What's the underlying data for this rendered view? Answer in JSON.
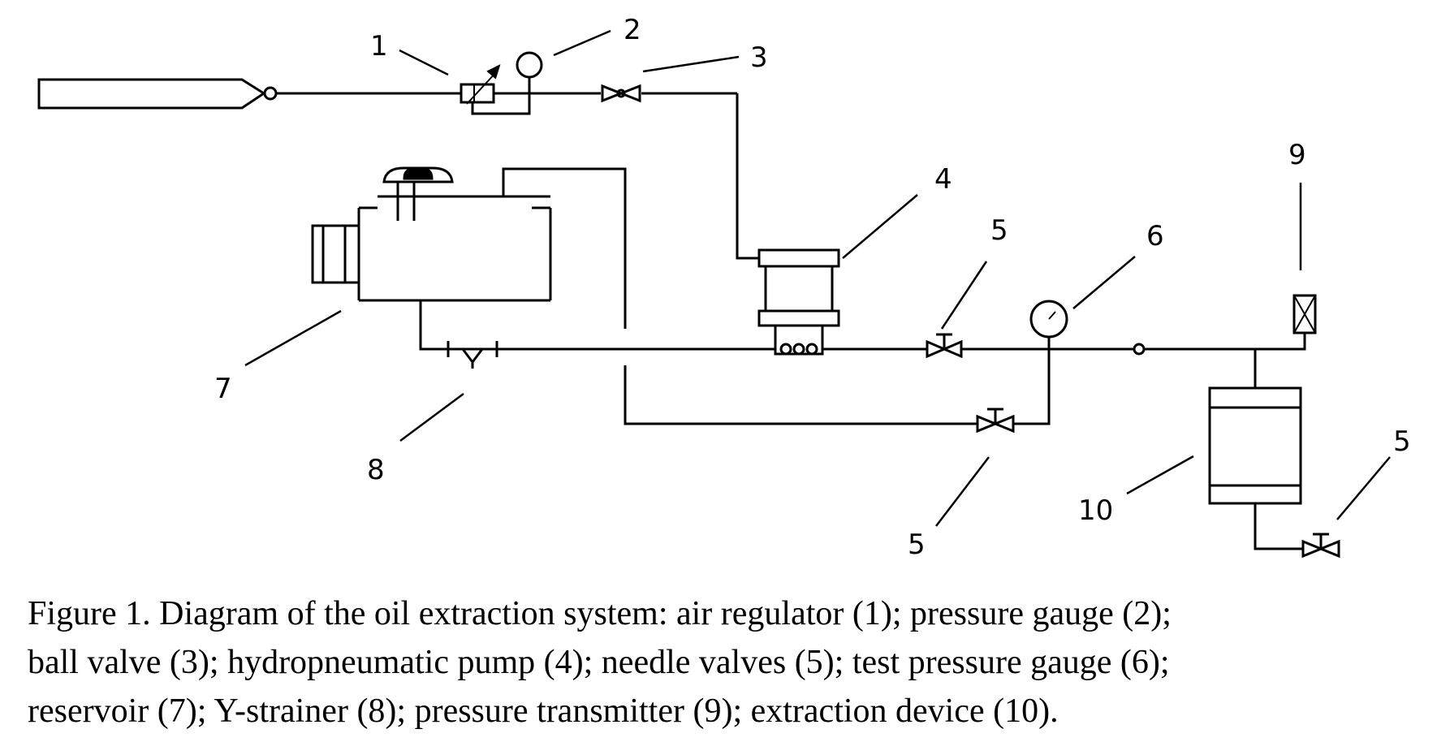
{
  "labels": {
    "air_regulator": "1",
    "pressure_gauge": "2",
    "ball_valve": "3",
    "hydropneumatic_pump": "4",
    "needle_valve_top": "5",
    "test_pressure_gauge": "6",
    "reservoir": "7",
    "y_strainer": "8",
    "pressure_transmitter": "9",
    "needle_valve_bottom": "5",
    "extraction_device": "10",
    "needle_valve_right": "5"
  },
  "caption": {
    "line1": "Figure 1. Diagram of the oil extraction system: air regulator (1); pressure gauge (2);",
    "line2": "ball valve (3); hydropneumatic pump (4); needle valves (5); test pressure gauge (6);",
    "line3": "reservoir (7); Y-strainer (8); pressure transmitter (9); extraction device (10)."
  }
}
